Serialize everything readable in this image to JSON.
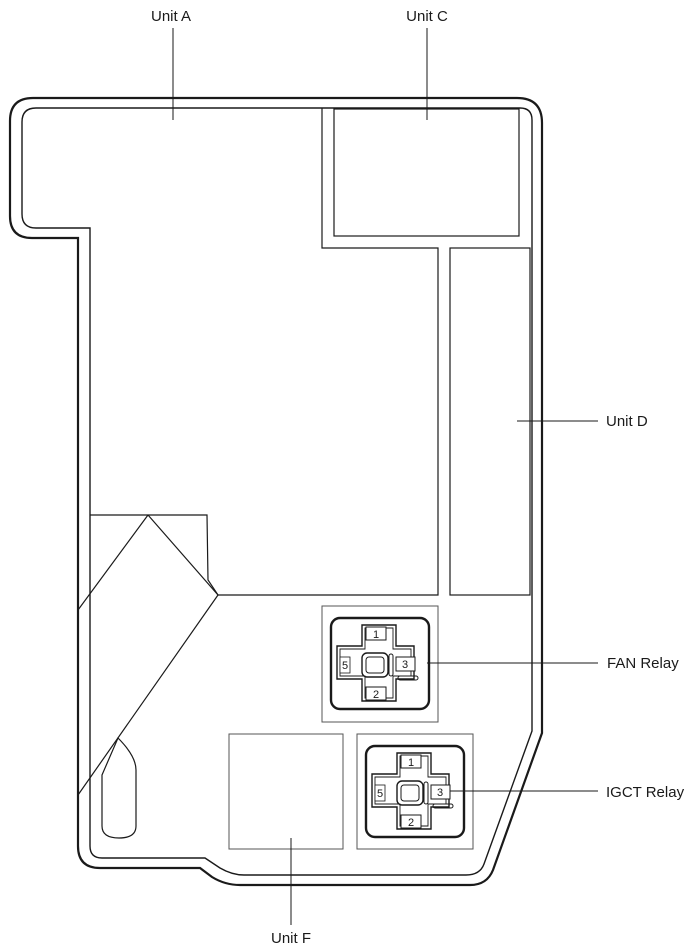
{
  "colors": {
    "stroke": "#1a1a1a",
    "light_stroke": "#555555",
    "background": "#ffffff"
  },
  "labels": {
    "unit_a": "Unit A",
    "unit_c": "Unit C",
    "unit_d": "Unit D",
    "unit_f": "Unit F",
    "fan_relay": "FAN Relay",
    "igct_relay": "IGCT Relay"
  },
  "relays": {
    "fan": {
      "pin_top": "1",
      "pin_left": "5",
      "pin_right": "3",
      "pin_bottom": "2"
    },
    "igct": {
      "pin_top": "1",
      "pin_left": "5",
      "pin_right": "3",
      "pin_bottom": "2"
    }
  }
}
